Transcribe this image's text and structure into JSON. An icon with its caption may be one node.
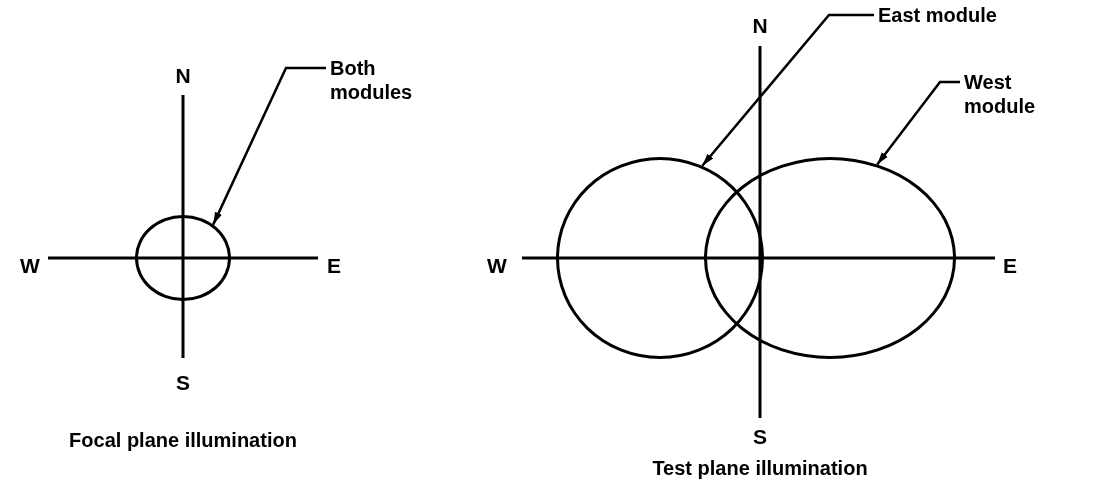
{
  "diagram": {
    "nodes": [
      {
        "text": [
          "Both modules"
        ]
      },
      {
        "text": [],
        "shape": "circle"
      },
      {
        "text": [
          "East module"
        ]
      },
      {
        "text": [],
        "shape": "circle"
      },
      {
        "text": [
          "West module"
        ]
      },
      {
        "text": [],
        "shape": "circle"
      }
    ],
    "edges": [
      {
        "from": 0,
        "to": 1,
        "arrow": "to"
      },
      {
        "from": 2,
        "to": 3,
        "arrow": "to"
      },
      {
        "from": 4,
        "to": 5,
        "arrow": "to"
      }
    ],
    "labels": [
      "N",
      "W",
      "E",
      "S",
      "Focal plane illumination",
      "N",
      "W",
      "E",
      "S",
      "Test plane illumination"
    ]
  }
}
